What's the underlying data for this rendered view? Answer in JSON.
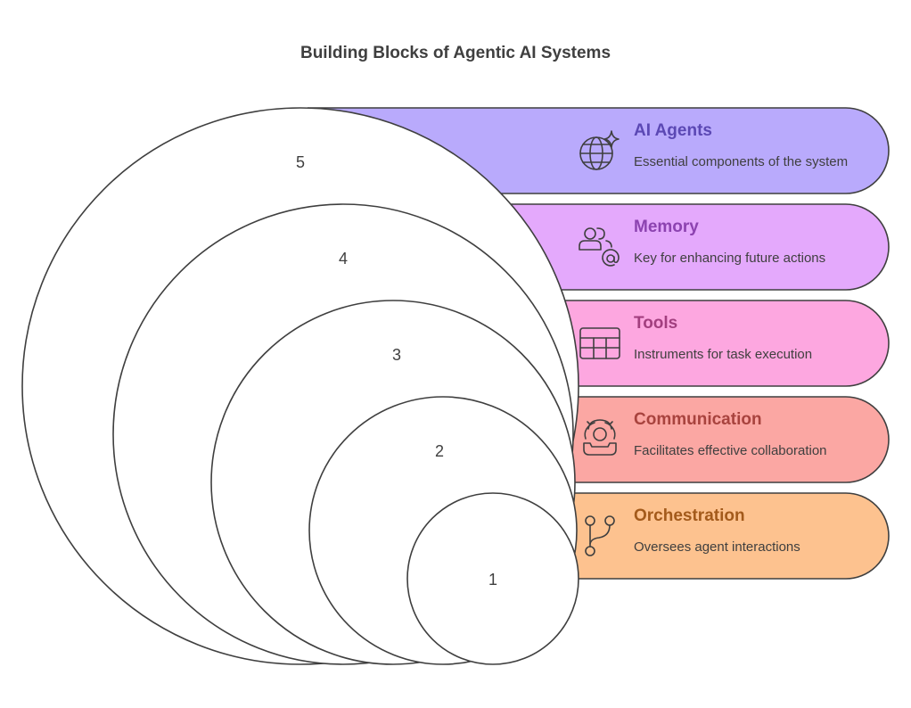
{
  "title": "Building Blocks of Agentic AI Systems",
  "layers": [
    {
      "number": "5",
      "title": "AI Agents",
      "description": "Essential components of the system",
      "icon": "globe-sparkle-icon",
      "band_color": "#b9aafc",
      "title_color": "#5b48b4"
    },
    {
      "number": "4",
      "title": "Memory",
      "description": "Key for enhancing future actions",
      "icon": "users-at-icon",
      "band_color": "#e4a9fc",
      "title_color": "#8c43b0"
    },
    {
      "number": "3",
      "title": "Tools",
      "description": "Instruments for task execution",
      "icon": "table-icon",
      "band_color": "#fda7e0",
      "title_color": "#a23f7f"
    },
    {
      "number": "2",
      "title": "Communication",
      "description": "Facilitates effective collaboration",
      "icon": "user-phone-icon",
      "band_color": "#fba7a3",
      "title_color": "#a8433e"
    },
    {
      "number": "1",
      "title": "Orchestration",
      "description": "Oversees agent interactions",
      "icon": "git-branch-icon",
      "band_color": "#fdc28f",
      "title_color": "#a35a1b"
    }
  ]
}
